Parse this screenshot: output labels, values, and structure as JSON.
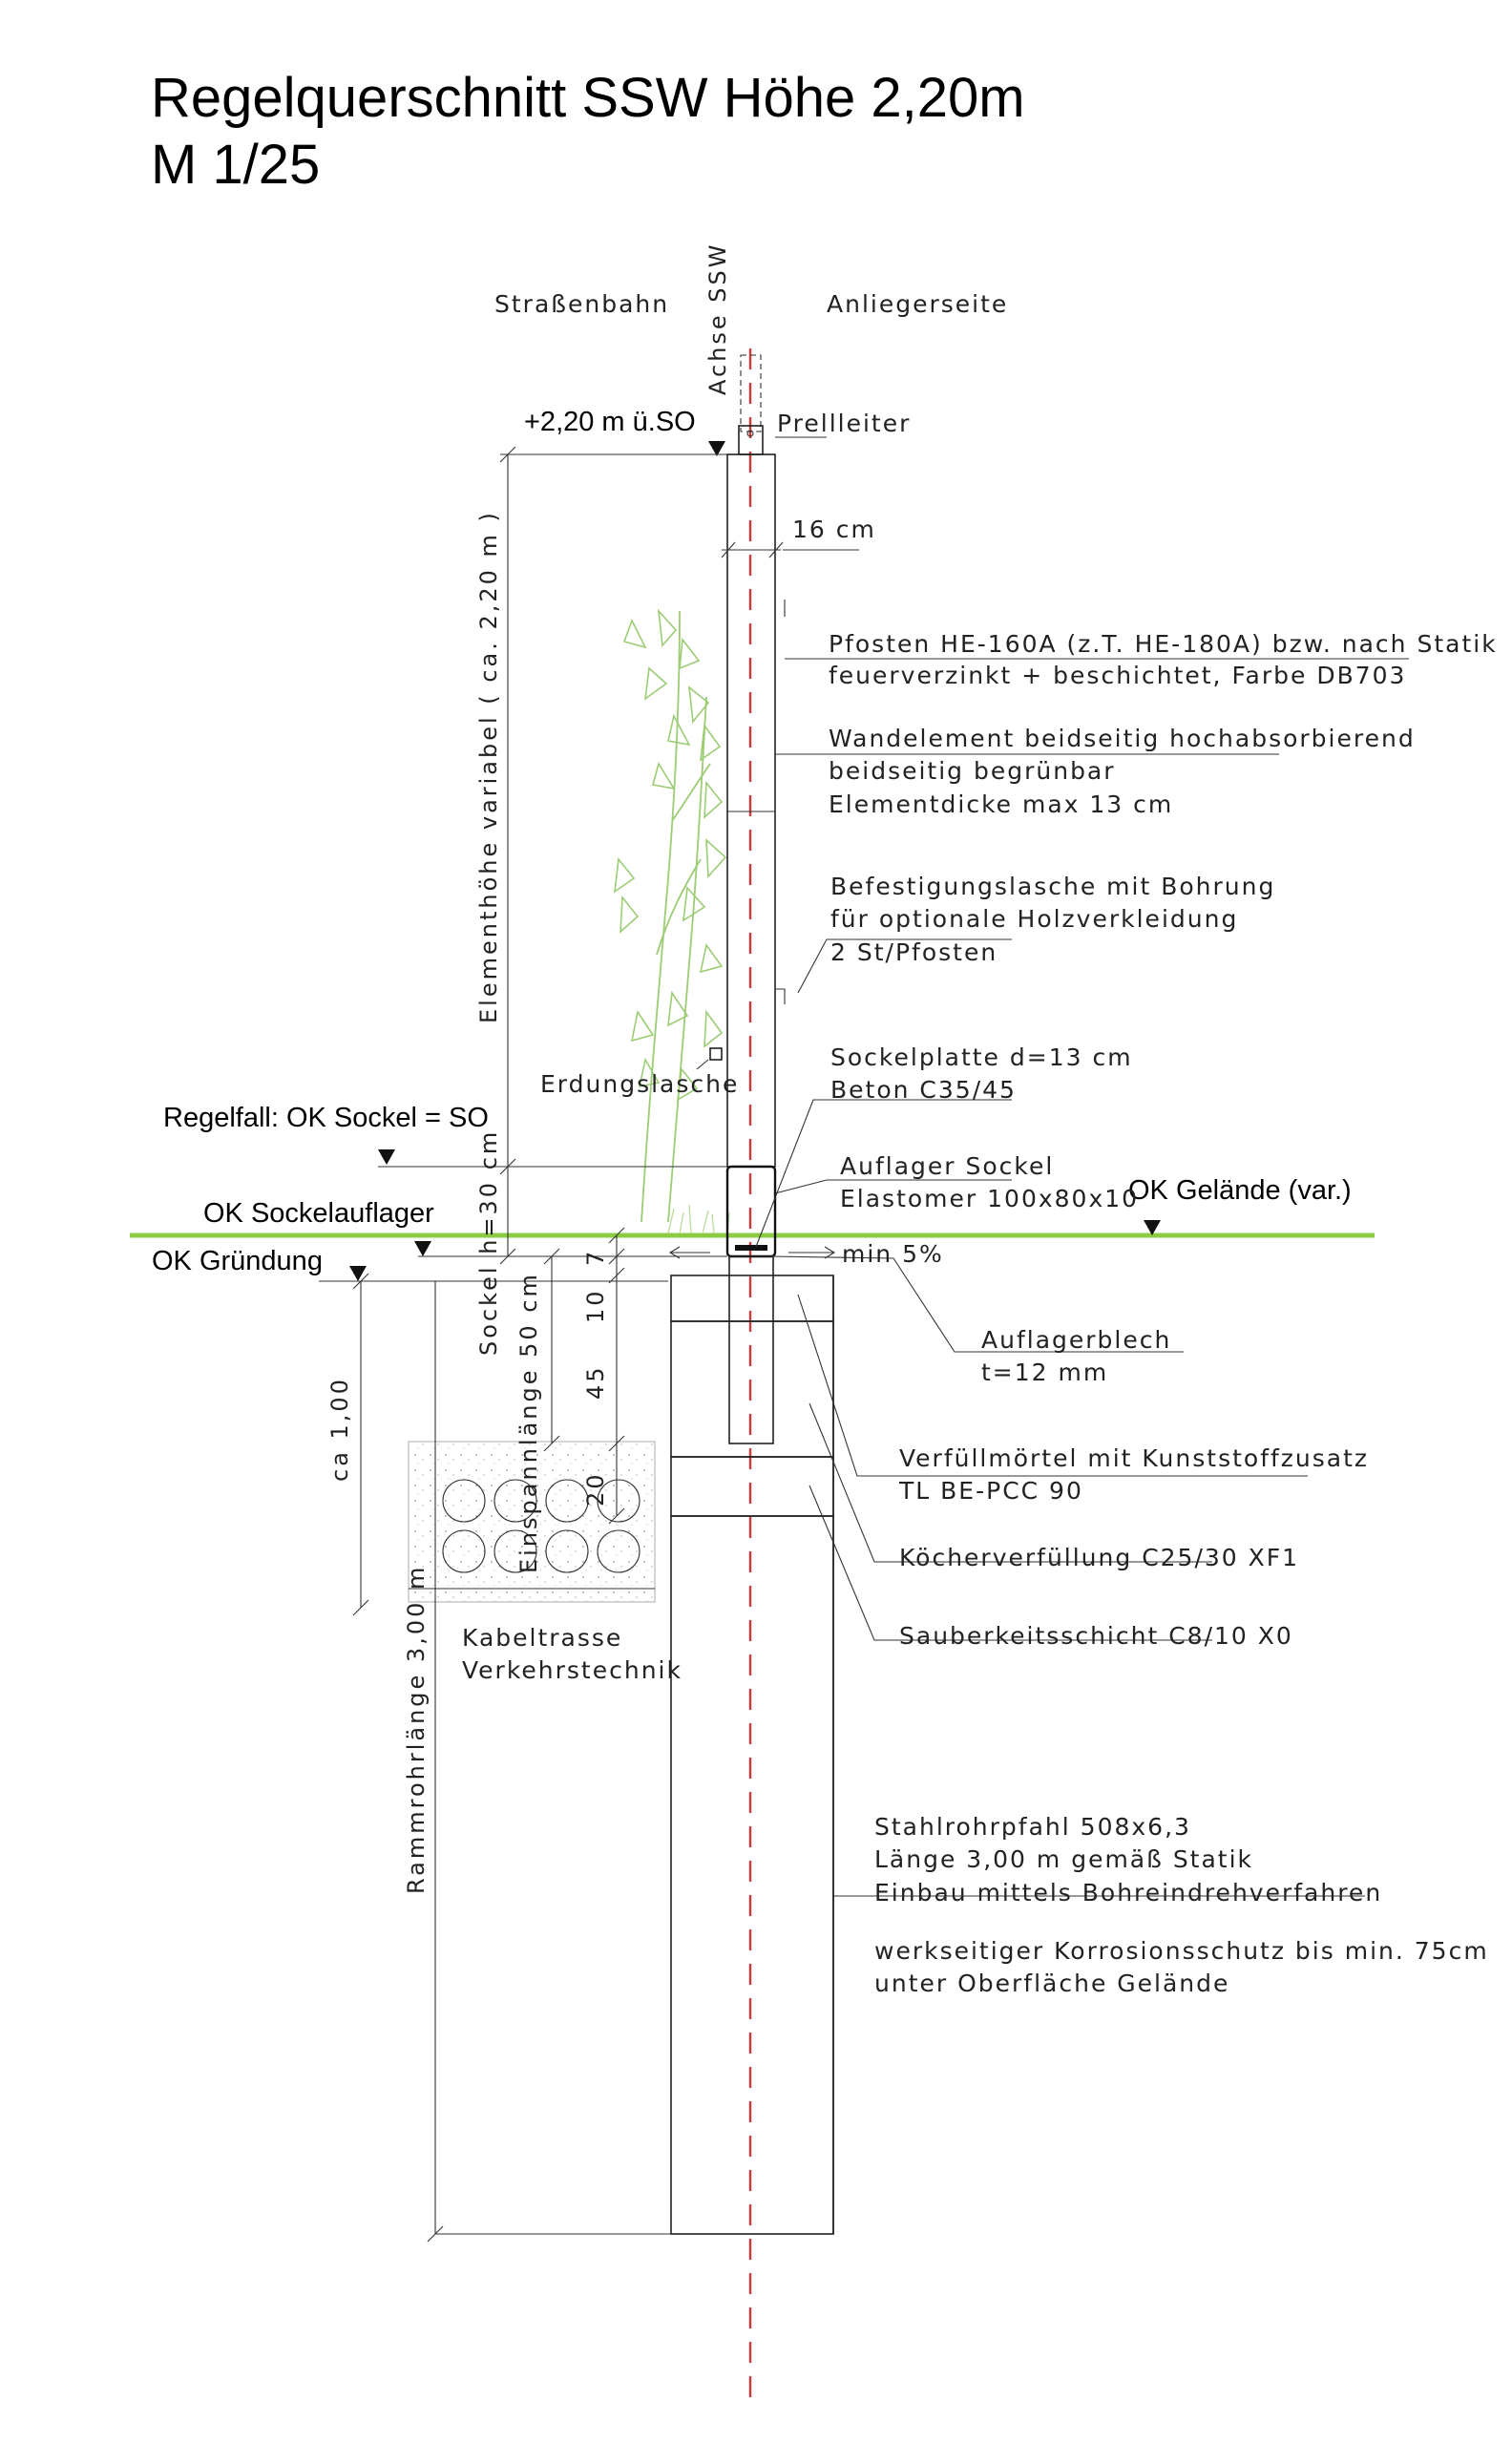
{
  "title": {
    "line1": "Regelquerschnitt SSW Höhe 2,20m",
    "line2": "M 1/25"
  },
  "header": {
    "left_side": "Straßenbahn",
    "right_side": "Anliegerseite",
    "axis_label": "Achse SSW"
  },
  "levels": {
    "top": "+2,20 m ü.SO",
    "regelfall": "Regelfall: OK Sockel = SO",
    "sockelauflager": "OK Sockelauflager",
    "gruendung": "OK Gründung",
    "gelaende": "OK Gelände (var.)"
  },
  "dimensions": {
    "element_height": "Elementhöhe variabel ( ca. 2,20 m )",
    "sockel_height": "Sockel h=30 cm",
    "width_16": "16 cm",
    "einspannlaenge": "Einspannlänge 50 cm",
    "ca_1_00": "ca 1,00",
    "rammrohrlaenge": "Rammrohrlänge 3,00 m",
    "d7": "7",
    "d10": "10",
    "d45": "45",
    "d20": "20",
    "slope": "min 5%"
  },
  "labels": {
    "prellleiter": "Prellleiter",
    "pfosten": [
      "Pfosten HE-160A (z.T. HE-180A) bzw. nach Statik",
      "feuerverzinkt + beschichtet, Farbe DB703"
    ],
    "wandelement": [
      "Wandelement beidseitig hochabsorbierend",
      "beidseitig begrünbar",
      "Elementdicke max 13 cm"
    ],
    "befestigung": [
      "Befestigungslasche mit Bohrung",
      "für optionale Holzverkleidung",
      "2 St/Pfosten"
    ],
    "erdung": "Erdungslasche",
    "sockelplatte": [
      "Sockelplatte d=13 cm",
      "Beton C35/45"
    ],
    "auflager": [
      "Auflager Sockel",
      "Elastomer 100x80x10"
    ],
    "auflagerblech": [
      "Auflagerblech",
      "t=12 mm"
    ],
    "verfuellmoertel": [
      "Verfüllmörtel mit Kunststoffzusatz",
      "TL BE-PCC 90"
    ],
    "koecher": "Köcherverfüllung C25/30 XF1",
    "sauberkeit": "Sauberkeitsschicht C8/10 X0",
    "kabeltrasse": [
      "Kabeltrasse",
      "Verkehrstechnik"
    ],
    "stahlrohr": [
      "Stahlrohrpfahl 508x6,3",
      "Länge 3,00 m gemäß Statik",
      "Einbau mittels Bohreindrehverfahren"
    ],
    "korrosion": [
      "werkseitiger Korrosionsschutz bis min. 75cm",
      "unter Oberfläche Gelände"
    ]
  },
  "colors": {
    "ground_line": "#8ccc44",
    "axis_line": "#d23a3a",
    "plant": "#9ccc74",
    "ink": "#222222"
  }
}
